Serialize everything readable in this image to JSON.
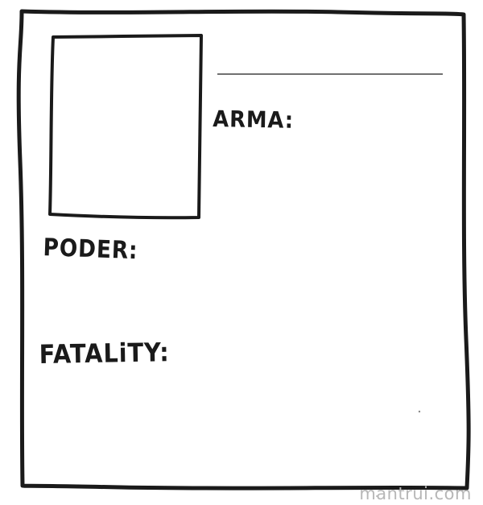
{
  "card": {
    "arma_label": "ARMA:",
    "poder_label": "PODER:",
    "fatality_label": "FATALiTY:"
  },
  "watermark": {
    "text": "mantrui.com"
  },
  "colors": {
    "ink": "#1a1a1a",
    "paper": "#ffffff",
    "watermark": "#b7b7b7"
  }
}
